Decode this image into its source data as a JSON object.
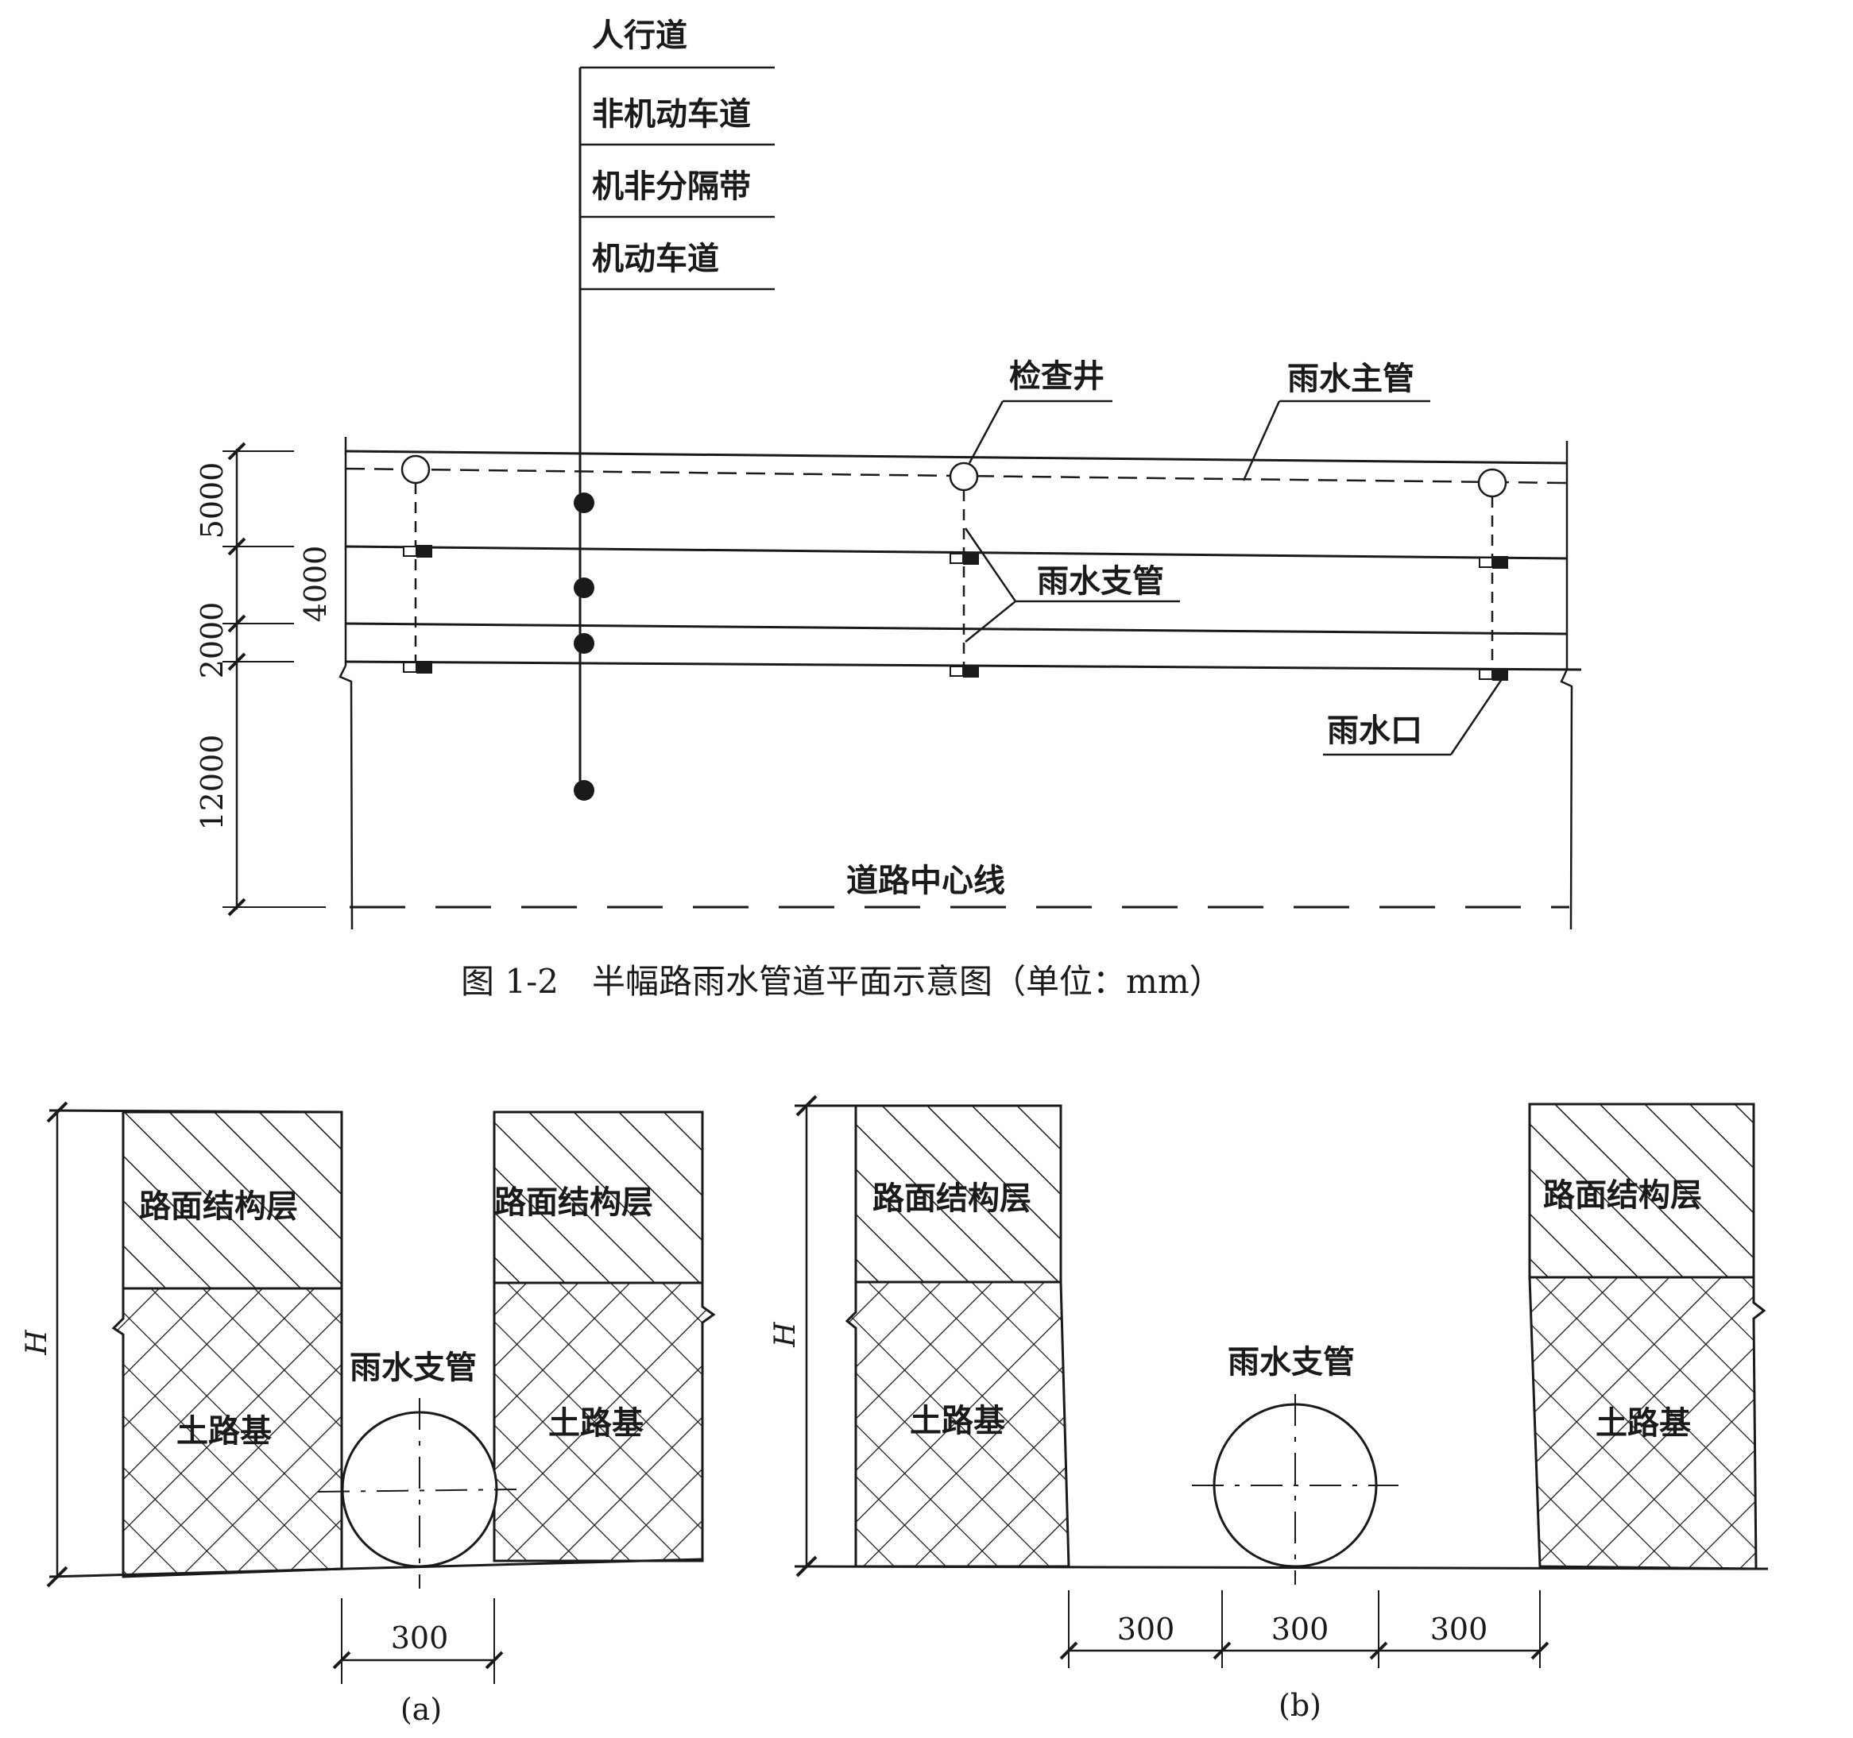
{
  "plan": {
    "legend": [
      "人行道",
      "非机动车道",
      "机非分隔带",
      "机动车道"
    ],
    "labels": {
      "manhole": "检查井",
      "main_pipe": "雨水主管",
      "branch_pipe": "雨水支管",
      "inlet": "雨水口",
      "centerline": "道路中心线"
    },
    "dimensions": {
      "d5000": "5000",
      "d2000": "2000",
      "d12000": "12000",
      "d4000": "4000"
    },
    "caption": "图 1-2　半幅路雨水管道平面示意图（单位：mm）"
  },
  "section_a": {
    "pavement_left": "路面结构层",
    "pavement_right": "路面结构层",
    "subgrade_left": "土路基",
    "subgrade_right": "土路基",
    "pipe": "雨水支管",
    "height": "H",
    "width": "300",
    "caption": "(a)"
  },
  "section_b": {
    "pavement_left": "路面结构层",
    "pavement_right": "路面结构层",
    "subgrade_left": "土路基",
    "subgrade_right": "土路基",
    "pipe": "雨水支管",
    "height": "H",
    "dims": [
      "300",
      "300",
      "300"
    ],
    "caption": "(b)"
  }
}
